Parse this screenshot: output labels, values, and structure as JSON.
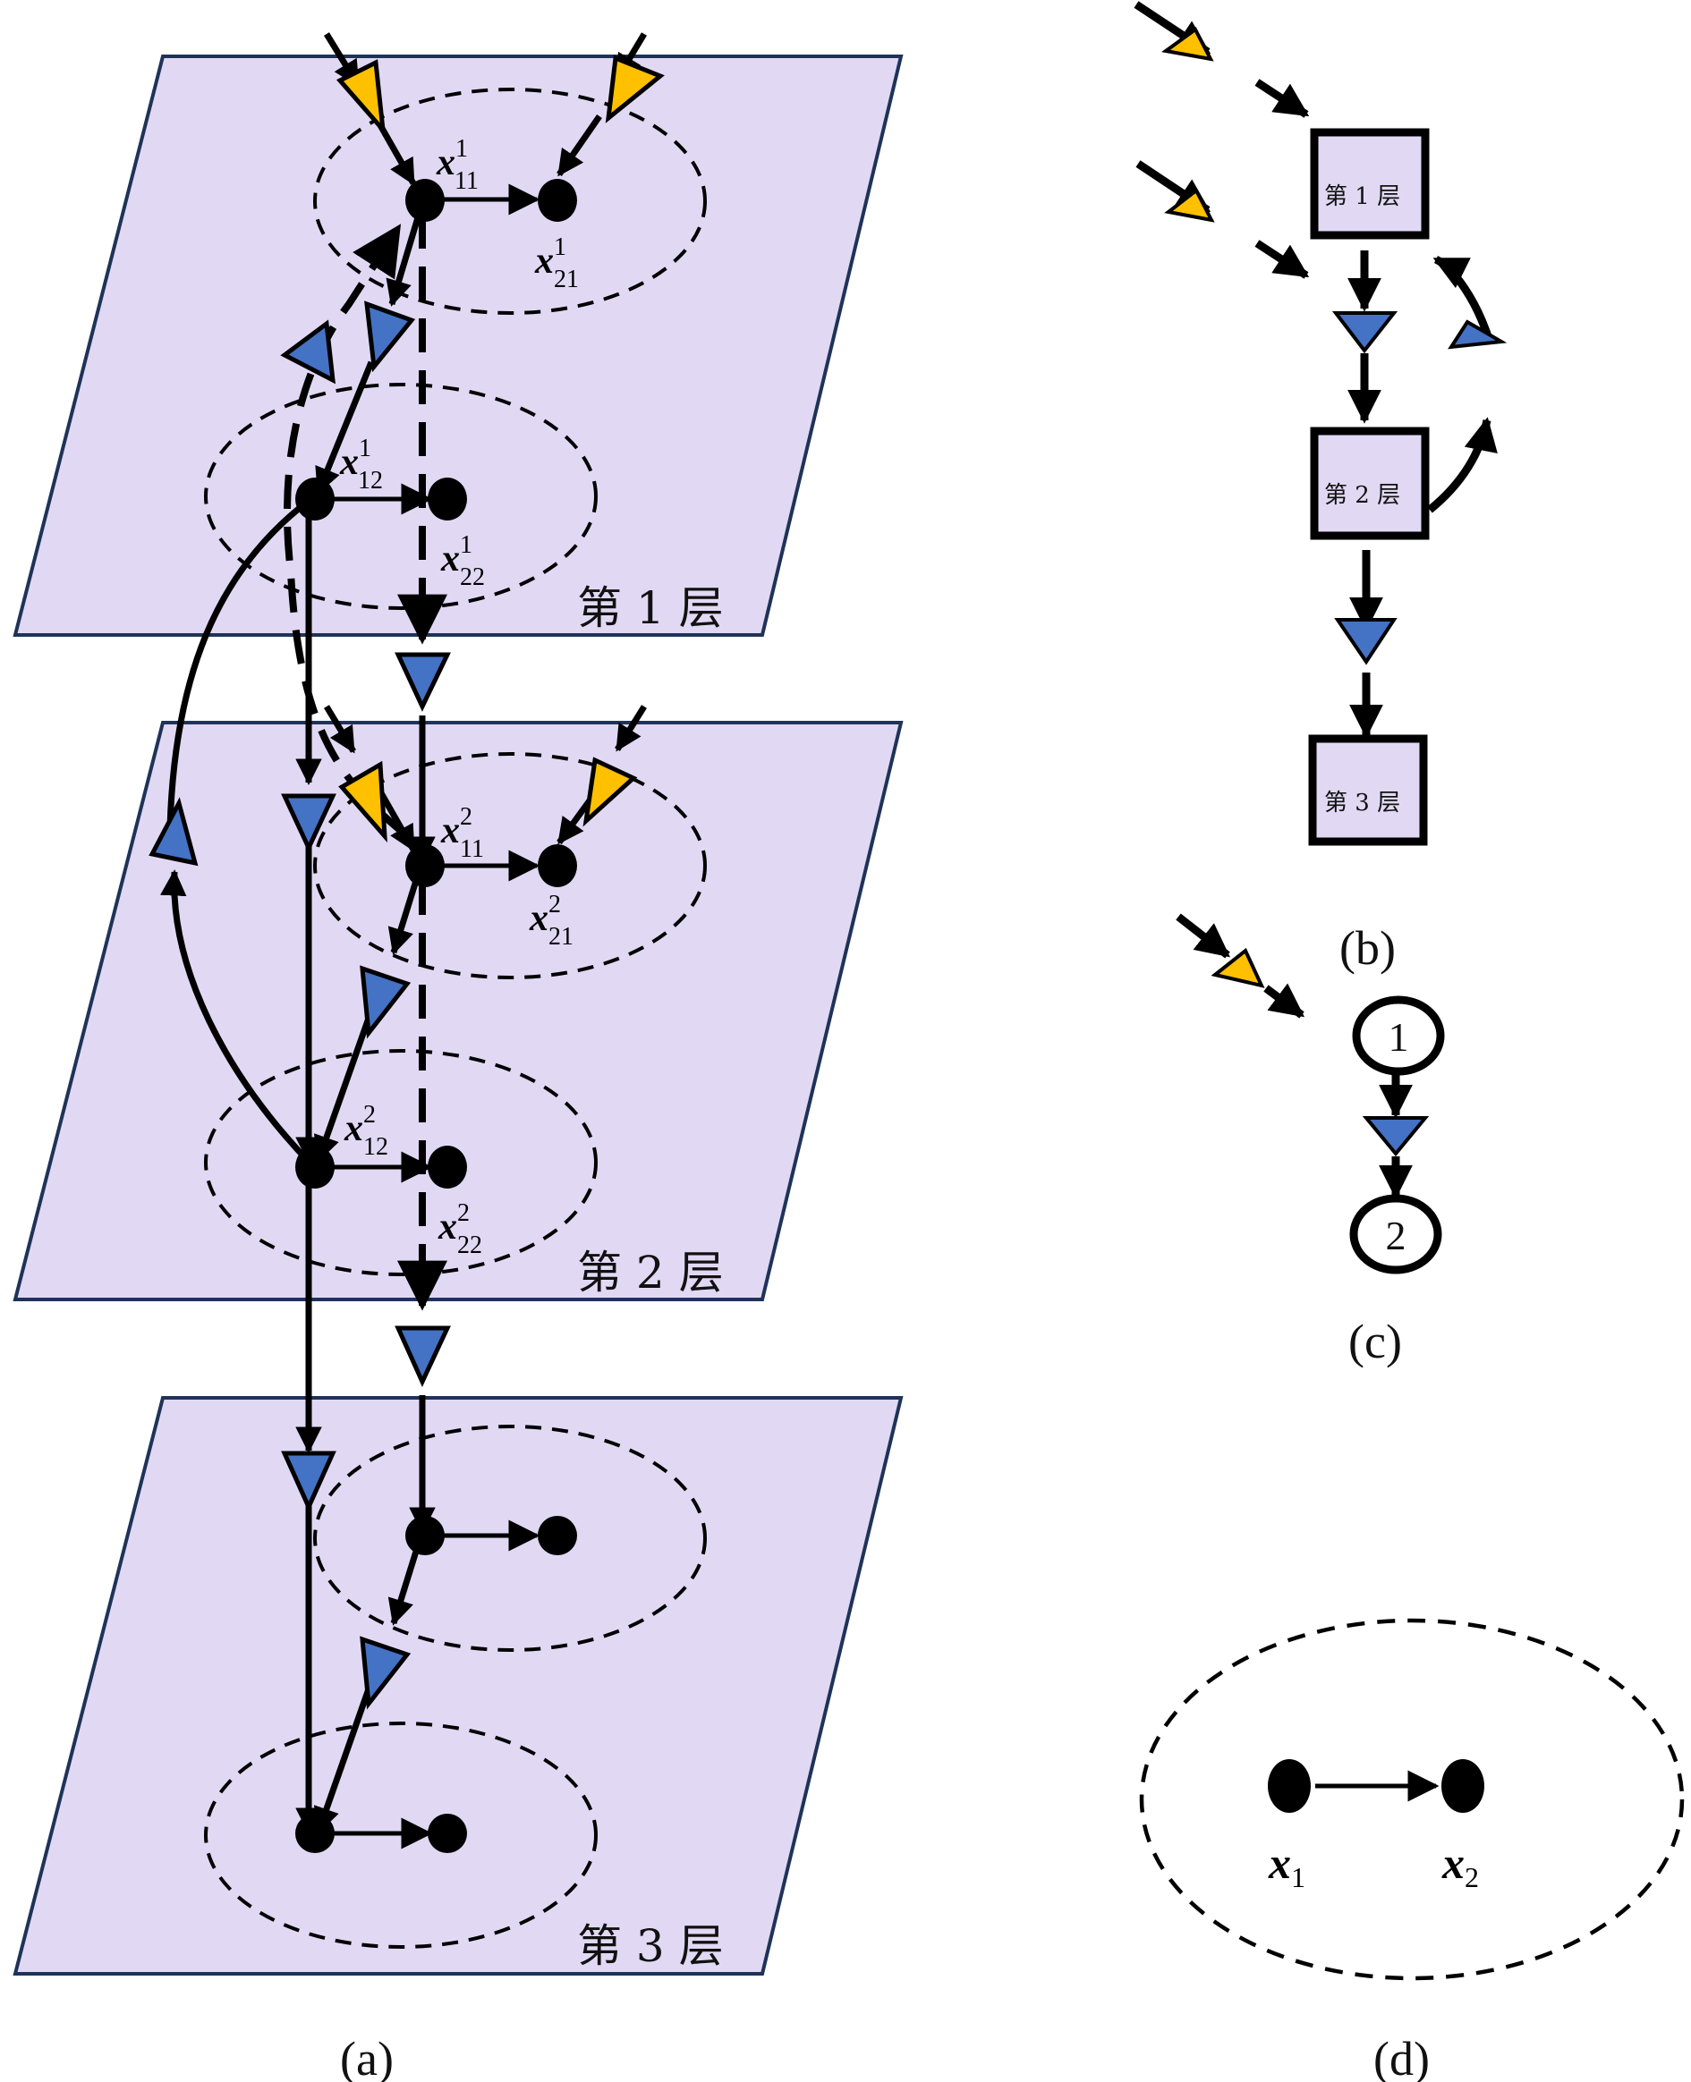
{
  "colors": {
    "plane_fill": "#e1d9f4",
    "plane_border": "#1f3358",
    "input_triangle": "#ffc000",
    "coupling_triangle": "#4472c4",
    "ink": "#000000",
    "background": "#ffffff"
  },
  "panel_a": {
    "caption": "(a)",
    "layers": [
      {
        "label": "第 1 层",
        "nodes": [
          {
            "id": "x11",
            "symbol": "x",
            "sub": "11",
            "sup": "1"
          },
          {
            "id": "x21",
            "symbol": "x",
            "sub": "21",
            "sup": "1"
          },
          {
            "id": "x12",
            "symbol": "x",
            "sub": "12",
            "sup": "1"
          },
          {
            "id": "x22",
            "symbol": "x",
            "sub": "22",
            "sup": "1"
          }
        ]
      },
      {
        "label": "第 2 层",
        "nodes": [
          {
            "id": "x11",
            "symbol": "x",
            "sub": "11",
            "sup": "2"
          },
          {
            "id": "x21",
            "symbol": "x",
            "sub": "21",
            "sup": "2"
          },
          {
            "id": "x12",
            "symbol": "x",
            "sub": "12",
            "sup": "2"
          },
          {
            "id": "x22",
            "symbol": "x",
            "sub": "22",
            "sup": "2"
          }
        ]
      },
      {
        "label": "第 3 层",
        "nodes": []
      }
    ]
  },
  "panel_b": {
    "caption": "(b)",
    "boxes": [
      "第 1 层",
      "第 2 层",
      "第 3 层"
    ]
  },
  "panel_c": {
    "caption": "(c)",
    "nodes": [
      "1",
      "2"
    ]
  },
  "panel_d": {
    "caption": "(d)",
    "nodes": [
      {
        "symbol": "x",
        "sub": "1"
      },
      {
        "symbol": "x",
        "sub": "2"
      }
    ]
  }
}
